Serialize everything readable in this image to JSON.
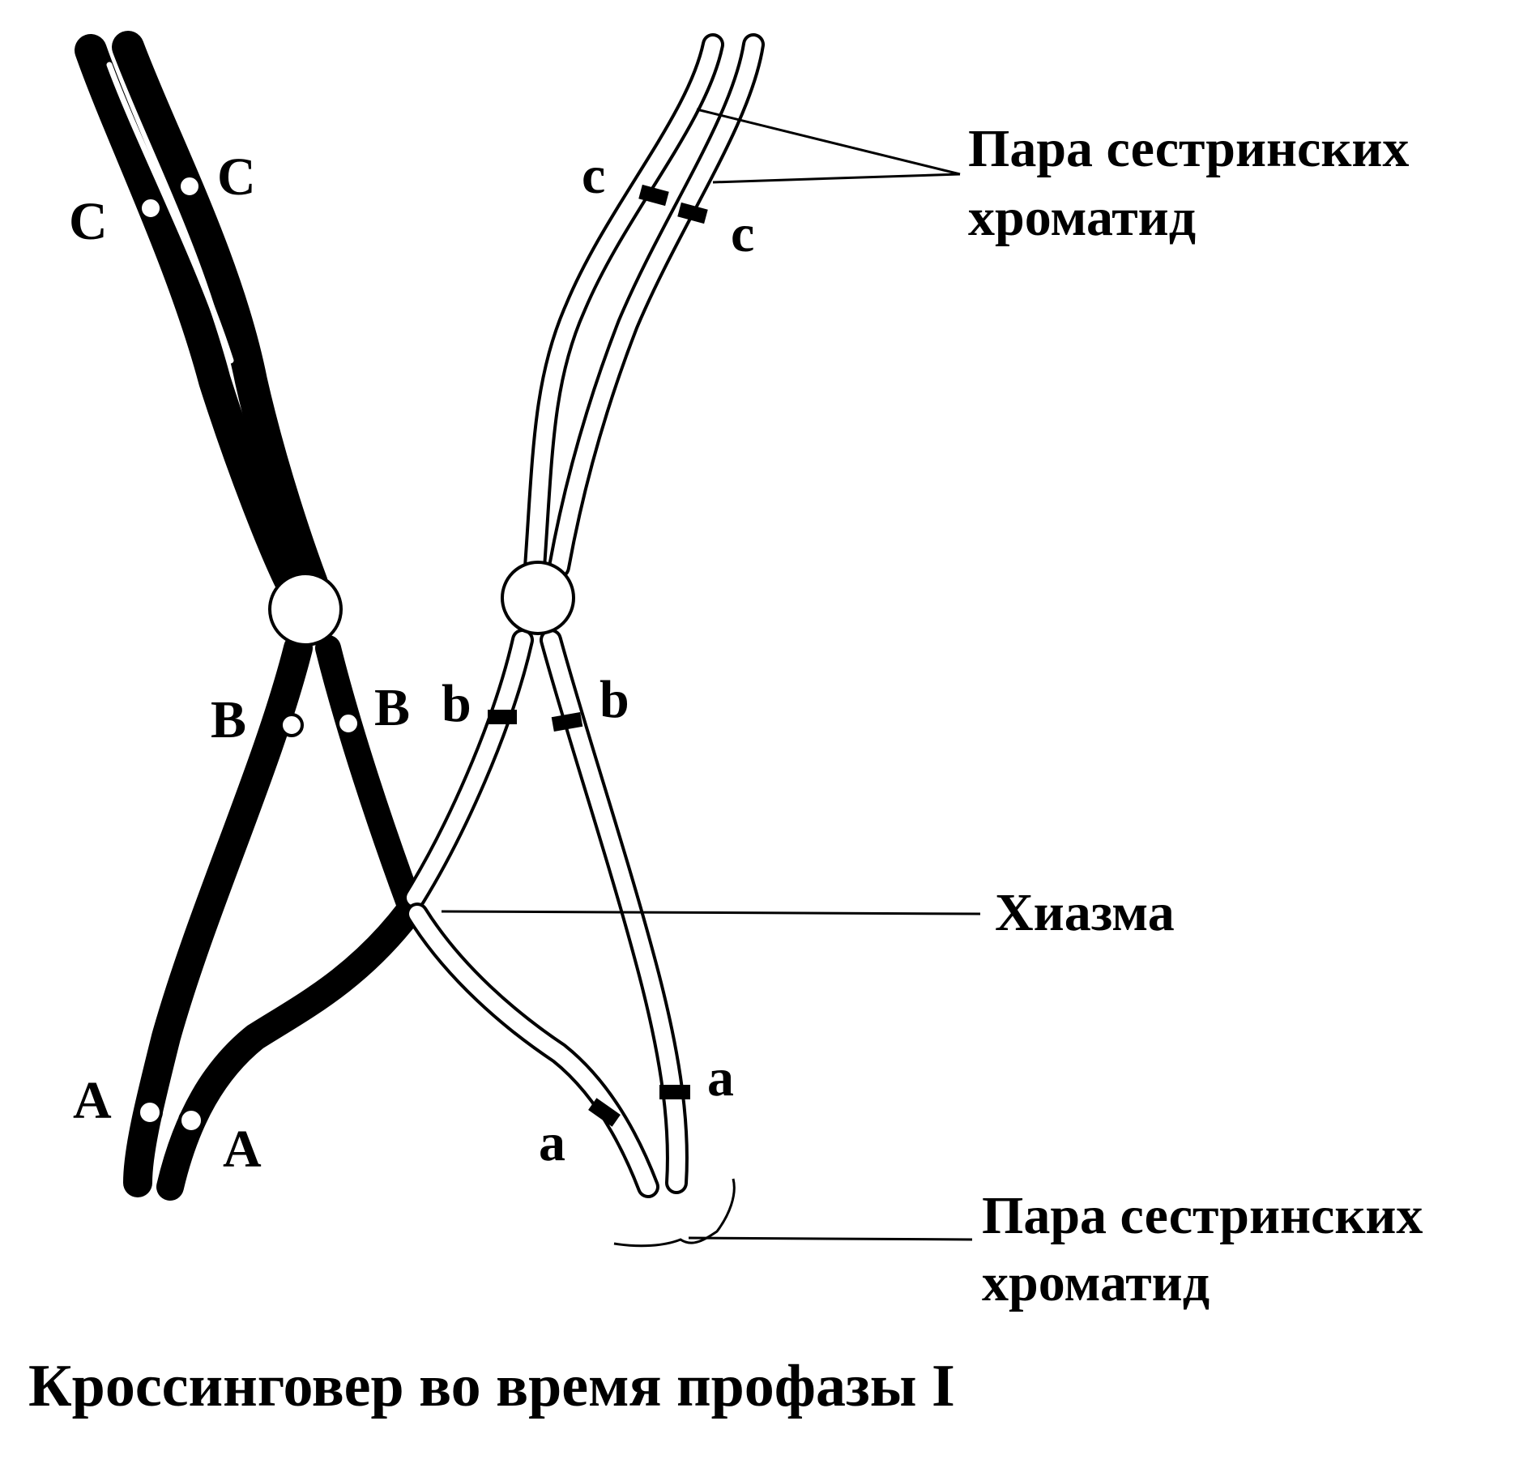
{
  "diagram": {
    "ink_color": "#000000",
    "paper_color": "#ffffff",
    "gene_labels": {
      "upper_dark_inner": "C",
      "upper_dark_outer": "C",
      "upper_light_left": "c",
      "upper_light_right": "c",
      "mid_dark_left": "B",
      "mid_dark_right": "B",
      "mid_light_left": "b",
      "mid_light_right": "b",
      "low_dark_left": "A",
      "low_dark_right": "A",
      "low_light_left": "a",
      "low_light_right": "a"
    },
    "callouts": {
      "sister_top_line1": "Пара сестринских",
      "sister_top_line2": "хроматид",
      "chiasma": "Хиазма",
      "sister_bottom_line1": "Пара сестринских",
      "sister_bottom_line2": "хроматид"
    },
    "caption": "Кроссинговер во время профазы I"
  }
}
